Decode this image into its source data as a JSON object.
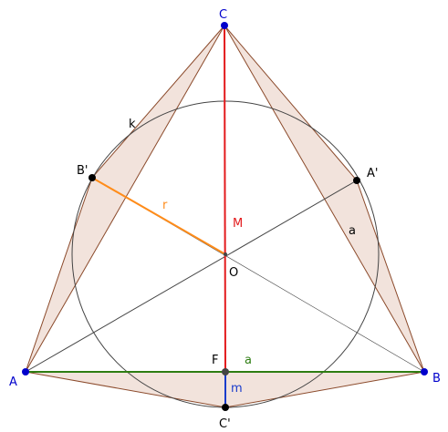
{
  "colors": {
    "background": "#ffffff",
    "fill": "#f2e3dc",
    "triangle_edge": "#8b4a2b",
    "circle": "#444444",
    "median": "#444444",
    "height": "#e31a1c",
    "radius": "#ff8c1a",
    "base": "#2e7d12",
    "short_segment": "#1a3ccc",
    "vertex": "#0000cc",
    "point": "#000000"
  },
  "points": {
    "A": "A",
    "B": "B",
    "C": "C",
    "A_prime": "A'",
    "B_prime": "B'",
    "C_prime": "C'",
    "O": "O",
    "F": "F"
  },
  "segments": {
    "k": "k",
    "r": "r",
    "M": "M",
    "a_side": "a",
    "a_base": "a",
    "m": "m"
  }
}
